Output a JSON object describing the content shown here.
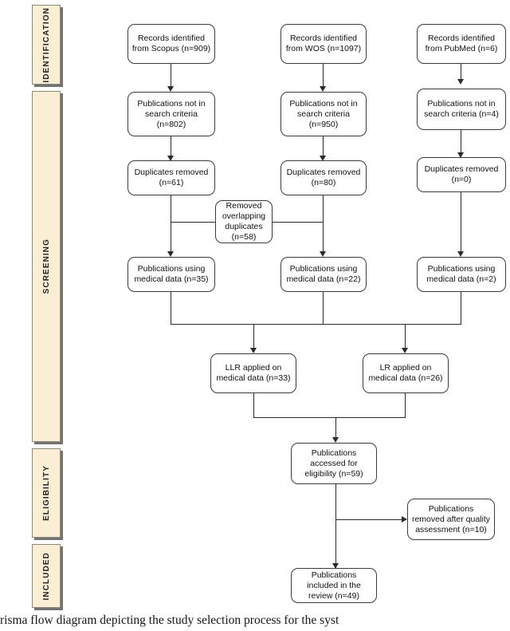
{
  "figure": {
    "type": "prisma-flow-diagram",
    "caption": "risma flow diagram depicting the study selection process for the syst"
  },
  "stages": [
    {
      "label": "IDENTIFICATION"
    },
    {
      "label": "SCREENING"
    },
    {
      "label": "ELIGIBILITY"
    },
    {
      "label": "INCLUDED"
    }
  ],
  "colors": {
    "stage_fill": "#FAEFD4",
    "stage_border": "#8a8a78",
    "node_fill": "#FFFFFF",
    "node_border": "#3B3B3B",
    "connector": "#2B2B2B"
  },
  "nodes": {
    "records_scopus": "Records identified from Scopus (n=909)",
    "records_wos": "Records identified from WOS (n=1097)",
    "records_pubmed": "Records identified from PubMed (n=6)",
    "not_criteria_scopus": "Publications not in search criteria (n=802)",
    "not_criteria_wos": "Publications not in search criteria (n=950)",
    "not_criteria_pubmed": "Publications not in search criteria (n=4)",
    "duplicates_scopus": "Duplicates removed (n=61)",
    "duplicates_wos": "Duplicates removed (n=80)",
    "duplicates_pubmed": "Duplicates removed (n=0)",
    "removed_overlapping": "Removed overlapping duplicates (n=58)",
    "medical_scopus": "Publications using medical data (n=35)",
    "medical_wos": "Publications using medical data (n=22)",
    "medical_pubmed": "Publications using medical data (n=2)",
    "llr_applied": "LLR applied on medical data (n=33)",
    "lr_applied": "LR applied on medical data (n=26)",
    "eligibility": "Publications accessed for eligibility (n=59)",
    "removed_quality": "Publications removed after quality assessment (n=10)",
    "included": "Publications included in the review (n=49)"
  },
  "counts": {
    "records_scopus": 909,
    "records_wos": 1097,
    "records_pubmed": 6,
    "not_criteria_scopus": 802,
    "not_criteria_wos": 950,
    "not_criteria_pubmed": 4,
    "duplicates_scopus": 61,
    "duplicates_wos": 80,
    "duplicates_pubmed": 0,
    "removed_overlapping": 58,
    "medical_scopus": 35,
    "medical_wos": 22,
    "medical_pubmed": 2,
    "llr_applied": 33,
    "lr_applied": 26,
    "eligibility": 59,
    "removed_quality": 10,
    "included": 49
  }
}
